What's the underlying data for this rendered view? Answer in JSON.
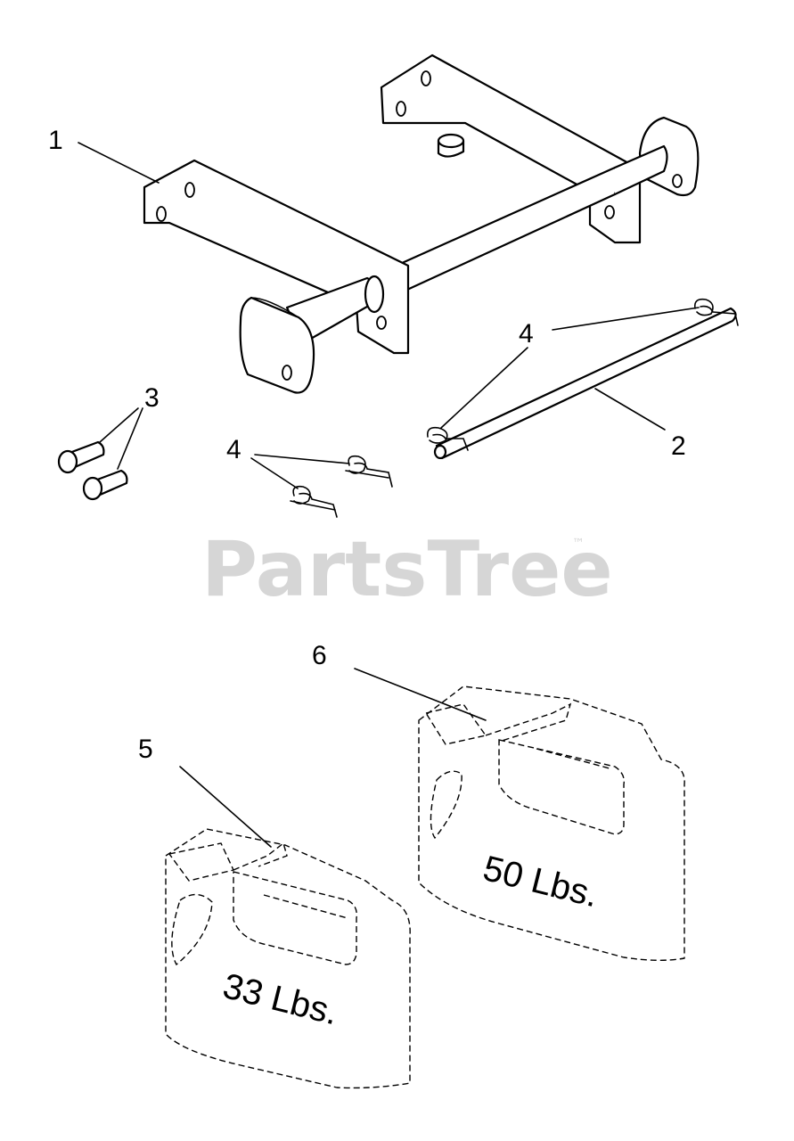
{
  "callouts": {
    "c1": "1",
    "c2": "2",
    "c3": "3",
    "c4a": "4",
    "c4b": "4",
    "c5": "5",
    "c6": "6"
  },
  "weights": {
    "small": "33 Lbs.",
    "large": "50 Lbs."
  },
  "watermark": {
    "text": "PartsTree",
    "mark": "™"
  }
}
